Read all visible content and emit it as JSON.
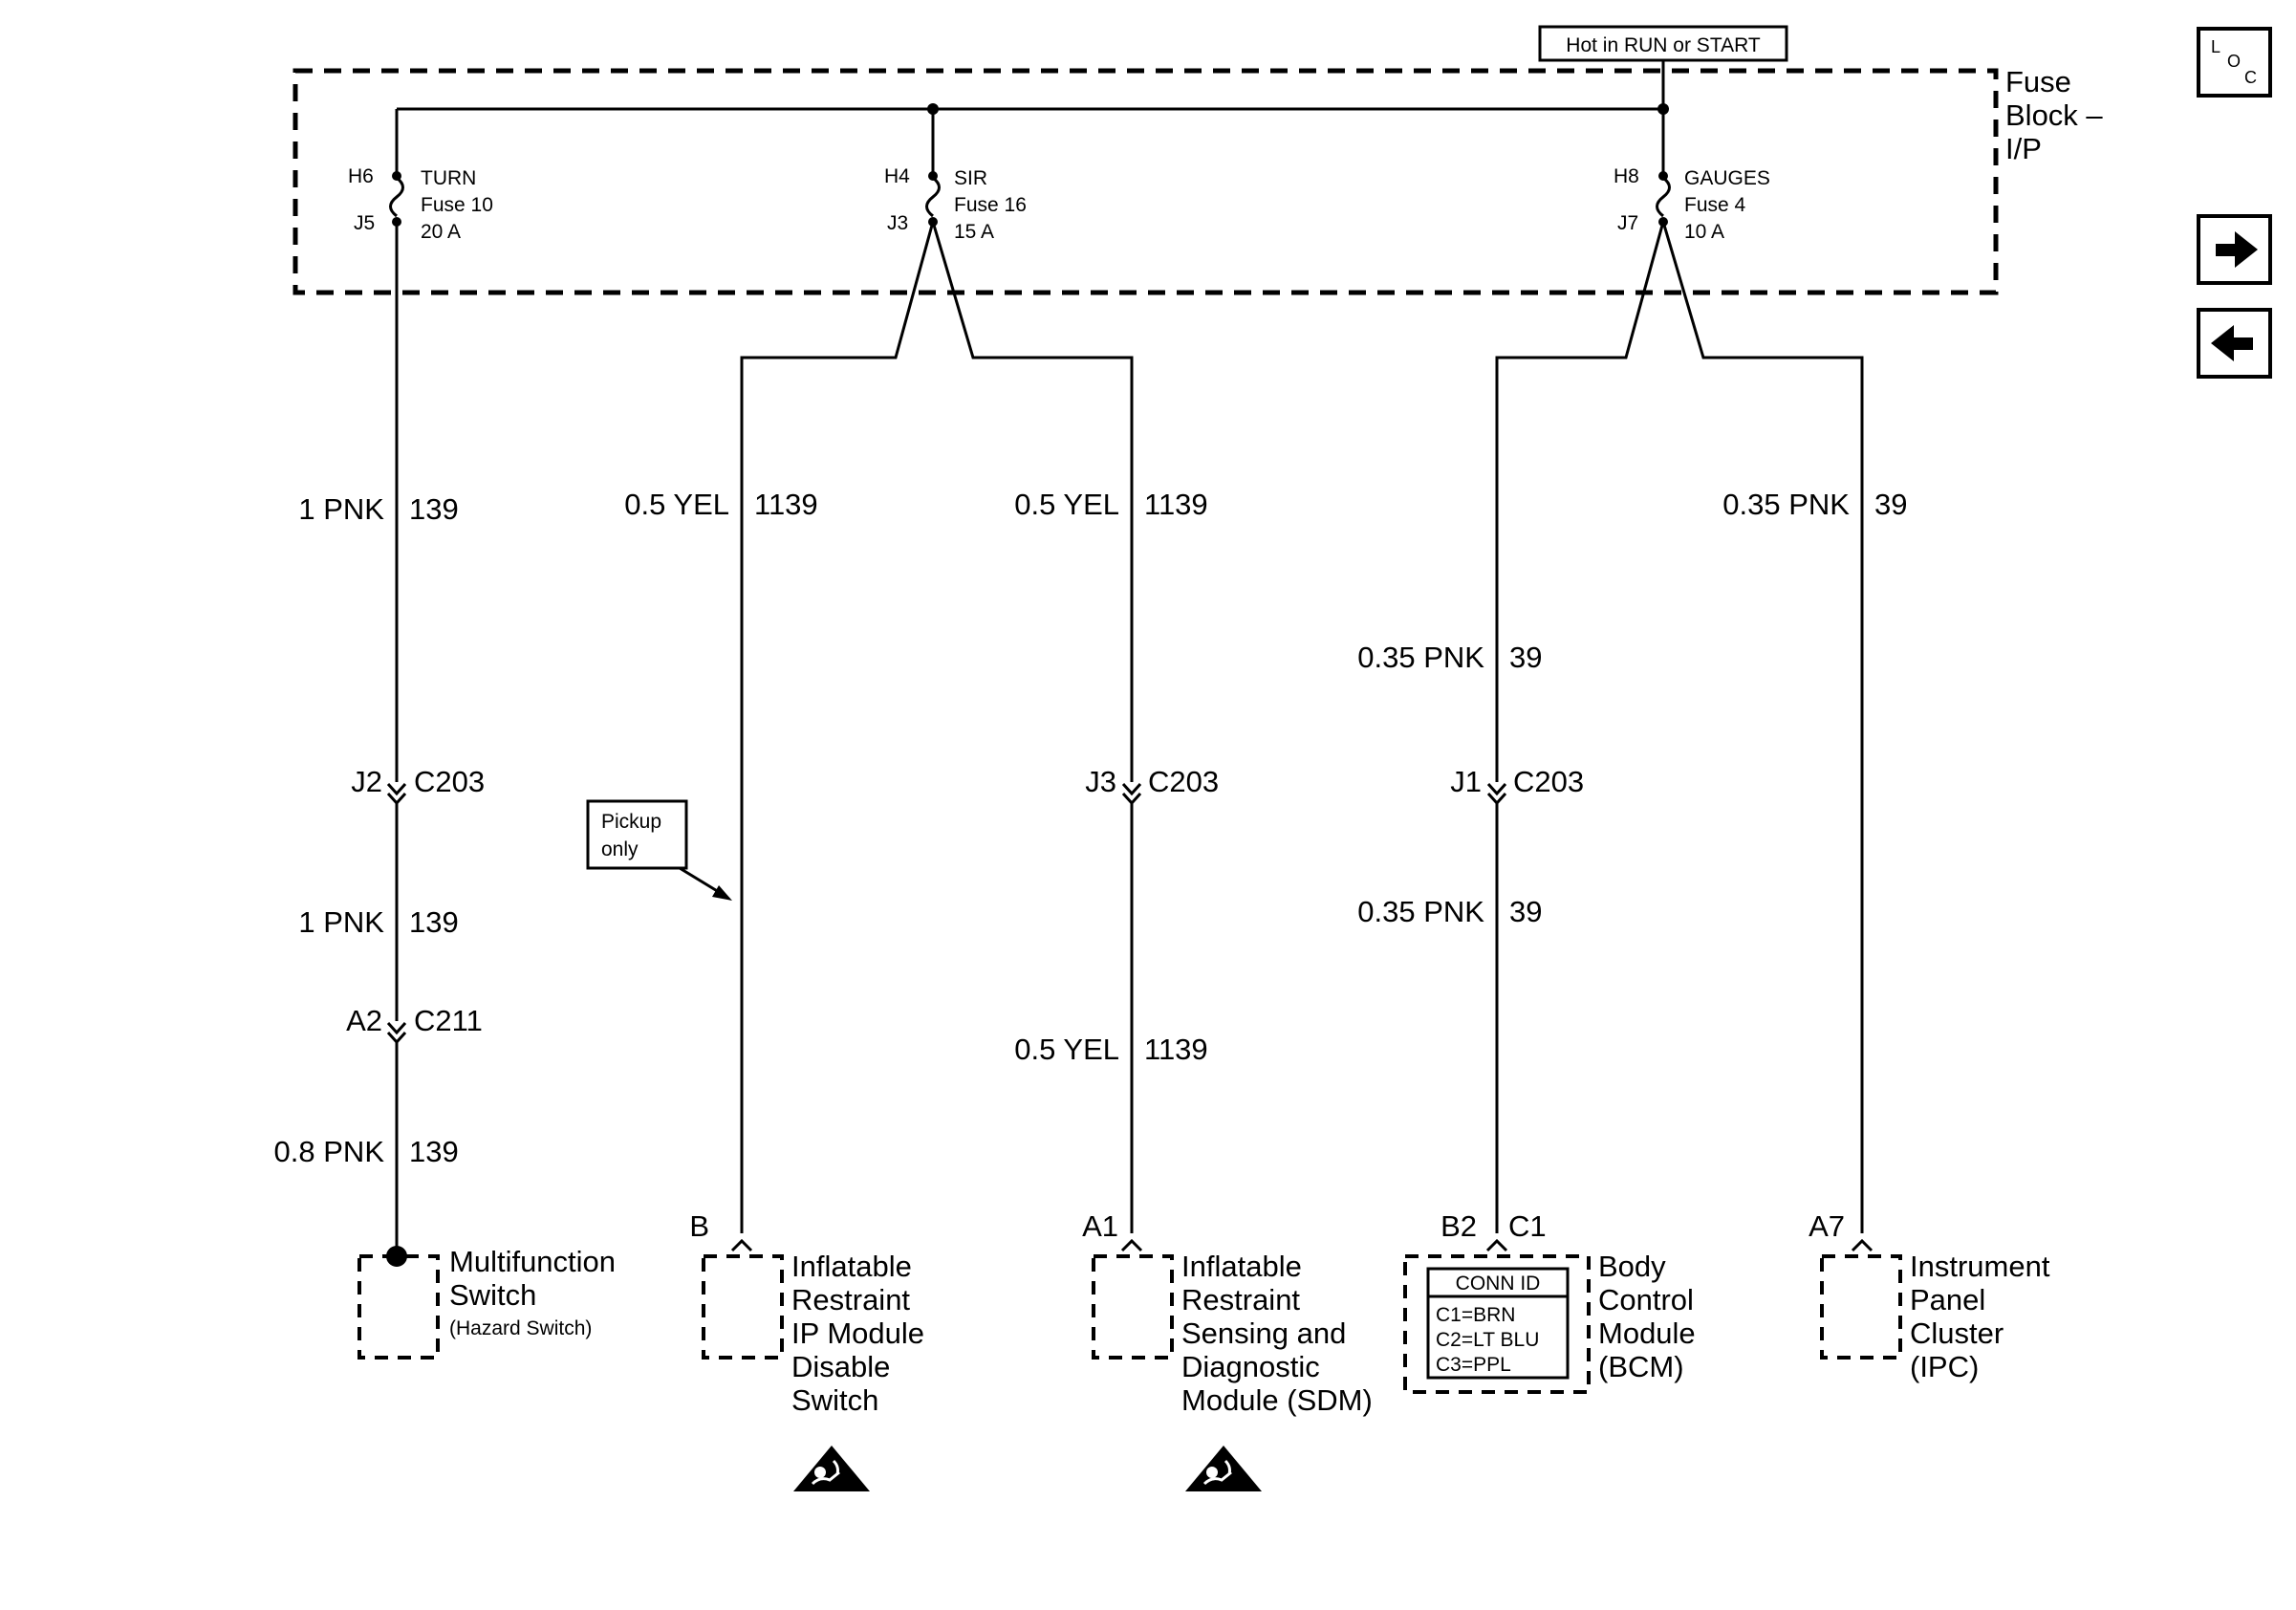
{
  "supply": {
    "label": "Hot in RUN or START"
  },
  "fuse_block": {
    "label_lines": [
      "Fuse",
      "Block –",
      "I/P"
    ]
  },
  "fuses": [
    {
      "in_pin": "H6",
      "out_pin": "J5",
      "name": "TURN",
      "fuse": "Fuse 10",
      "rating": "20 A"
    },
    {
      "in_pin": "H4",
      "out_pin": "J3",
      "name": "SIR",
      "fuse": "Fuse 16",
      "rating": "15 A"
    },
    {
      "in_pin": "H8",
      "out_pin": "J7",
      "name": "GAUGES",
      "fuse": "Fuse 4",
      "rating": "10 A"
    }
  ],
  "wire_labels": {
    "turn_1": {
      "gauge": "1 PNK",
      "circuit": "139"
    },
    "turn_2": {
      "gauge": "1 PNK",
      "circuit": "139"
    },
    "turn_3": {
      "gauge": "0.8 PNK",
      "circuit": "139"
    },
    "sir_left": {
      "gauge": "0.5 YEL",
      "circuit": "1139"
    },
    "sir_right_1": {
      "gauge": "0.5 YEL",
      "circuit": "1139"
    },
    "sir_right_2": {
      "gauge": "0.5 YEL",
      "circuit": "1139"
    },
    "gauges_left_1": {
      "gauge": "0.35 PNK",
      "circuit": "39"
    },
    "gauges_left_2": {
      "gauge": "0.35 PNK",
      "circuit": "39"
    },
    "gauges_right": {
      "gauge": "0.35 PNK",
      "circuit": "39"
    }
  },
  "connectors": {
    "turn_c203": {
      "pin": "J2",
      "name": "C203"
    },
    "turn_c211": {
      "pin": "A2",
      "name": "C211"
    },
    "sir_c203": {
      "pin": "J3",
      "name": "C203"
    },
    "gauges_c203": {
      "pin": "J1",
      "name": "C203"
    }
  },
  "pickup_note": [
    "Pickup",
    "only"
  ],
  "components": {
    "multifunction": {
      "lines": [
        "Multifunction",
        "Switch"
      ],
      "sub": "(Hazard Switch)"
    },
    "ip_disable": {
      "pin": "B",
      "lines": [
        "Inflatable",
        "Restraint",
        "IP Module",
        "Disable",
        "Switch"
      ]
    },
    "sdm": {
      "pin": "A1",
      "lines": [
        "Inflatable",
        "Restraint",
        "Sensing and",
        "Diagnostic",
        "Module (SDM)"
      ]
    },
    "bcm": {
      "pins": [
        "B2",
        "C1"
      ],
      "lines": [
        "Body",
        "Control",
        "Module",
        "(BCM)"
      ],
      "conn_id": {
        "title": "CONN ID",
        "rows": [
          "C1=BRN",
          "C2=LT BLU",
          "C3=PPL"
        ]
      }
    },
    "ipc": {
      "pin": "A7",
      "lines": [
        "Instrument",
        "Panel",
        "Cluster",
        "(IPC)"
      ]
    }
  },
  "nav": {
    "loc": {
      "L": "L",
      "O": "O",
      "C": "C",
      "icon": "location-icon"
    },
    "next_icon": "arrow-right-icon",
    "prev_icon": "arrow-left-icon"
  },
  "warning_icon": "airbag-warning-icon"
}
